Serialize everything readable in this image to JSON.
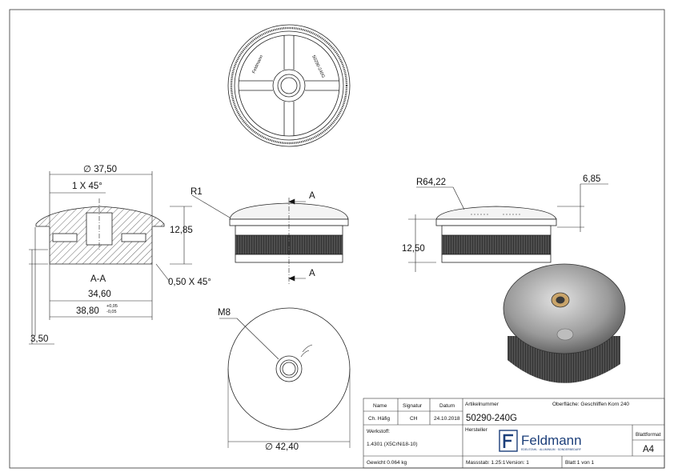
{
  "dimensions": {
    "dia_37_50": "37,50",
    "chamfer_1x45": "1 X 45°",
    "r1": "R1",
    "section_a_top": "A",
    "section_a_bottom": "A",
    "r64_22": "R64,22",
    "d6_85": "6,85",
    "d12_85": "12,85",
    "d12_50": "12,50",
    "section_label": "A-A",
    "d34_60": "34,60",
    "d38_80": "38,80",
    "tol_plus": "+0,05",
    "tol_minus": "-0,05",
    "chamfer_0_50": "0,50 X 45°",
    "d3_50": "3,50",
    "m8": "M8",
    "dia_42_40": "42,40"
  },
  "title_block": {
    "h_name": "Name",
    "h_signatur": "Signatur",
    "h_datum": "Datum",
    "name": "Ch. Häfig",
    "signatur": "CH",
    "datum": "24.10.2018",
    "artikelnummer_label": "Artikelnummer",
    "artikelnummer": "50290-240G",
    "oberflaeche": "Oberfläche: Geschliffen Korn 240",
    "werkstoff_label": "Werkstoff:",
    "werkstoff": "1.4301 (X5CrNi18-10)",
    "hersteller_label": "Hersteller",
    "logo_text": "Feldmann",
    "logo_sub": "EDELSTAHL · ALUMINIUM · SONDERBEDARF",
    "blattformat_label": "Blattformat",
    "blattformat": "A4",
    "gewicht": "Gewicht 0.064 kg",
    "massstab": "Massstab: 1.25:1",
    "version": "Version: 1",
    "blatt": "Blatt 1 von 1"
  },
  "colors": {
    "line": "#222222",
    "hatch": "#555555",
    "shade_dark": "#2a2a2a",
    "shade_mid": "#8a8a8a",
    "shade_light": "#d8d8d8",
    "logo_blue": "#1c3f7a"
  }
}
